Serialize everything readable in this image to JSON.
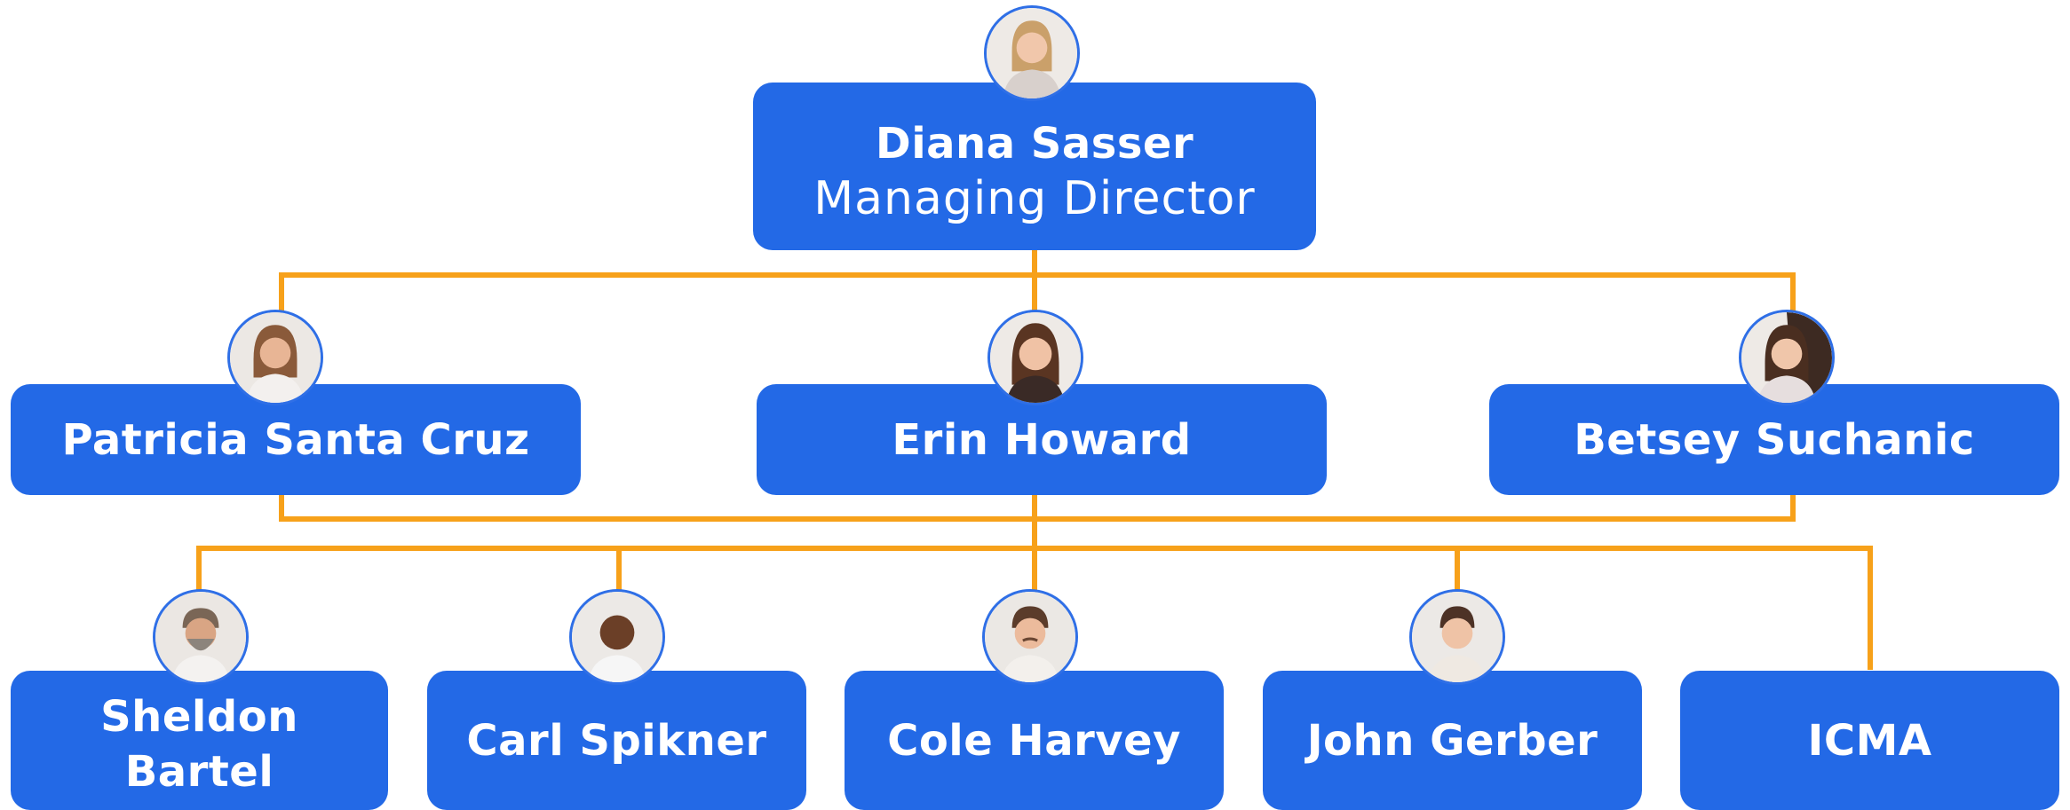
{
  "colors": {
    "box": "#2369e6",
    "text": "#ffffff",
    "connector": "#f7a11a",
    "avatar_border": "#2f6fe6"
  },
  "root": {
    "name": "Diana Sasser",
    "title": "Managing Director",
    "avatar_icon": "person-photo-icon"
  },
  "level2": [
    {
      "name": "Patricia Santa Cruz",
      "avatar_icon": "person-photo-icon"
    },
    {
      "name": "Erin Howard",
      "avatar_icon": "person-photo-icon"
    },
    {
      "name": "Betsey Suchanic",
      "avatar_icon": "person-photo-icon"
    }
  ],
  "level3": [
    {
      "name": "Sheldon Bartel",
      "avatar_icon": "person-photo-icon"
    },
    {
      "name": "Carl Spikner",
      "avatar_icon": "person-photo-icon"
    },
    {
      "name": "Cole Harvey",
      "avatar_icon": "person-photo-icon"
    },
    {
      "name": "John Gerber",
      "avatar_icon": "person-photo-icon"
    },
    {
      "name": "ICMA"
    }
  ]
}
